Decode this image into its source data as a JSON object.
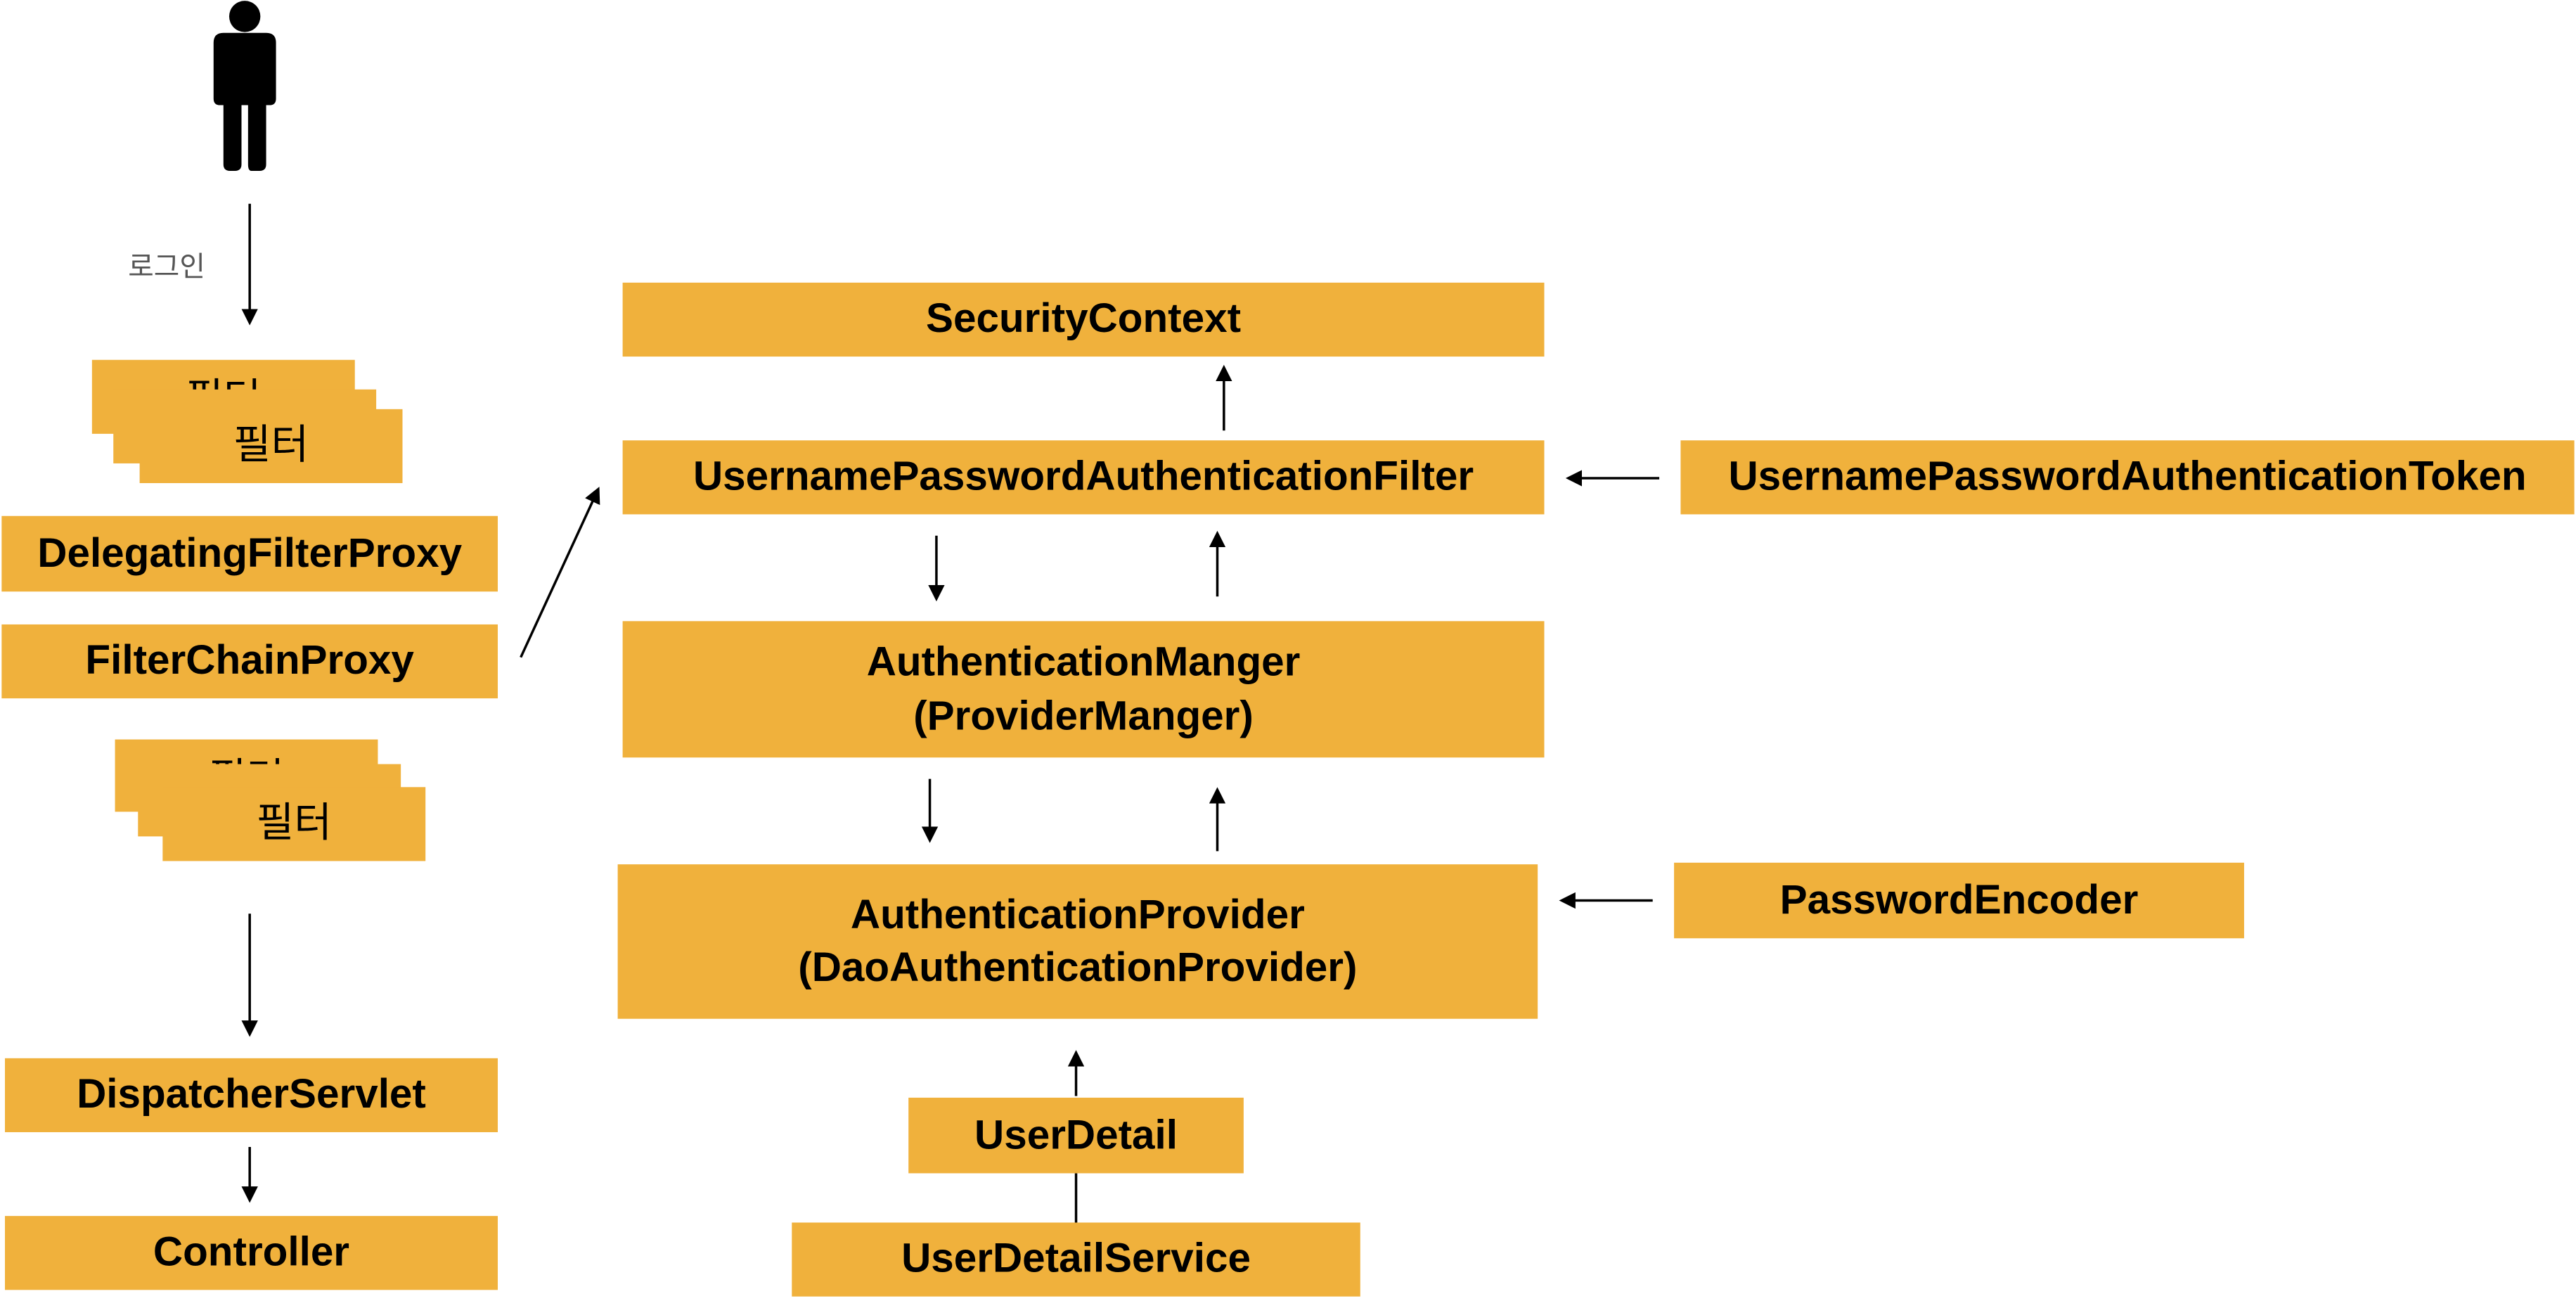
{
  "actor": {
    "icon": "person-icon"
  },
  "login_label": "로그인",
  "filter_stack_top": {
    "back_label": "필터",
    "front_label": "필터"
  },
  "filter_stack_bottom": {
    "back_label": "필터",
    "front_label": "필터"
  },
  "left_column": {
    "delegating": "DelegatingFilterProxy",
    "chain": "FilterChainProxy",
    "dispatcher": "DispatcherServlet",
    "controller": "Controller"
  },
  "center_column": {
    "security_context": "SecurityContext",
    "upaf": "UsernamePasswordAuthenticationFilter",
    "manager_line1": "AuthenticationManger",
    "manager_line2": "(ProviderManger)",
    "provider_line1": "AuthenticationProvider",
    "provider_line2": "(DaoAuthenticationProvider)",
    "user_detail": "UserDetail",
    "user_detail_service": "UserDetailService"
  },
  "right_column": {
    "token": "UsernamePasswordAuthenticationToken",
    "password_encoder": "PasswordEncoder"
  },
  "colors": {
    "box_fill": "#F0B13C",
    "text": "#000000",
    "arrow": "#000000"
  }
}
